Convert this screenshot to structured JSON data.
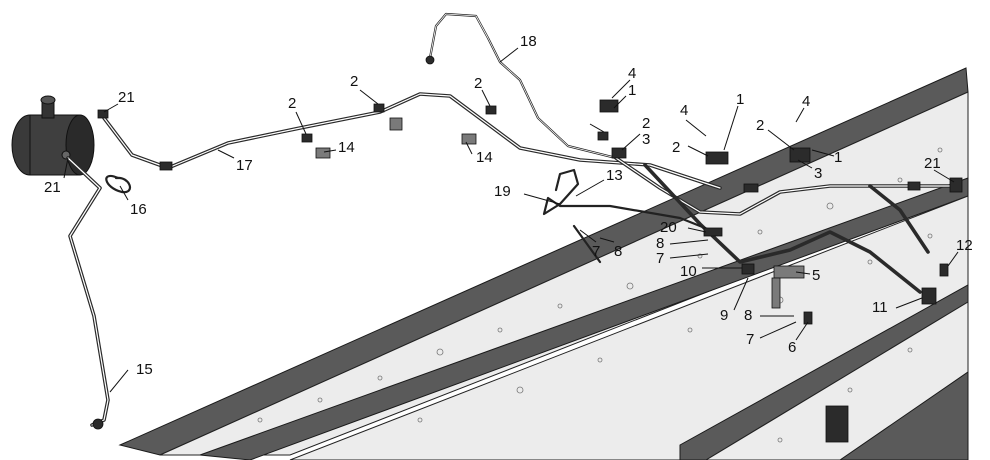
{
  "colors": {
    "background": "#ffffff",
    "line": "#222222",
    "rail_flange": "#5a5a5a",
    "rail_web": "#ececec"
  },
  "callouts": [
    {
      "id": "c-21a",
      "text": "21"
    },
    {
      "id": "c-21b",
      "text": "21"
    },
    {
      "id": "c-21c",
      "text": "21"
    },
    {
      "id": "c-16",
      "text": "16"
    },
    {
      "id": "c-17",
      "text": "17"
    },
    {
      "id": "c-15",
      "text": "15"
    },
    {
      "id": "c-2a",
      "text": "2"
    },
    {
      "id": "c-2b",
      "text": "2"
    },
    {
      "id": "c-2c",
      "text": "2"
    },
    {
      "id": "c-2d",
      "text": "2"
    },
    {
      "id": "c-2e",
      "text": "2"
    },
    {
      "id": "c-2f",
      "text": "2"
    },
    {
      "id": "c-14a",
      "text": "14"
    },
    {
      "id": "c-14b",
      "text": "14"
    },
    {
      "id": "c-18",
      "text": "18"
    },
    {
      "id": "c-4a",
      "text": "4"
    },
    {
      "id": "c-1a",
      "text": "1"
    },
    {
      "id": "c-3a",
      "text": "3"
    },
    {
      "id": "c-4b",
      "text": "4"
    },
    {
      "id": "c-1b",
      "text": "1"
    },
    {
      "id": "c-4c",
      "text": "4"
    },
    {
      "id": "c-1c",
      "text": "1"
    },
    {
      "id": "c-3b",
      "text": "3"
    },
    {
      "id": "c-19",
      "text": "19"
    },
    {
      "id": "c-13",
      "text": "13"
    },
    {
      "id": "c-7a",
      "text": "7"
    },
    {
      "id": "c-8a",
      "text": "8"
    },
    {
      "id": "c-20",
      "text": "20"
    },
    {
      "id": "c-8b",
      "text": "8"
    },
    {
      "id": "c-7b",
      "text": "7"
    },
    {
      "id": "c-10",
      "text": "10"
    },
    {
      "id": "c-5",
      "text": "5"
    },
    {
      "id": "c-9",
      "text": "9"
    },
    {
      "id": "c-8c",
      "text": "8"
    },
    {
      "id": "c-7c",
      "text": "7"
    },
    {
      "id": "c-6",
      "text": "6"
    },
    {
      "id": "c-11",
      "text": "11"
    },
    {
      "id": "c-12",
      "text": "12"
    }
  ]
}
